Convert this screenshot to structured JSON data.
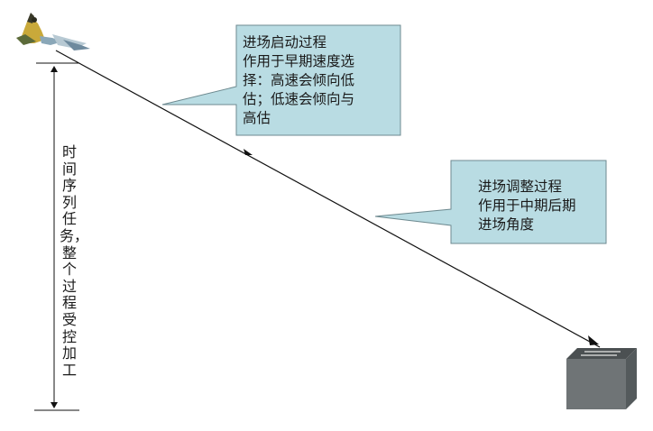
{
  "callout_start": {
    "lines": [
      "进场启动过程",
      "作用于早期速度选",
      "择：高速会倾向低",
      "估；低速会倾向与",
      "高估"
    ]
  },
  "callout_adjust": {
    "lines": [
      "进场调整过程",
      "作用于中期后期",
      "进场角度"
    ]
  },
  "timeline_label": "时间序列任务，整个过程受控加工",
  "colors": {
    "callout_fill": "#b9dce3",
    "callout_border": "#6e8a90",
    "box_front": "#6f7476",
    "box_top": "#4b5052"
  },
  "icons": {
    "start": "thrower-figure-icon",
    "end": "target-box-icon"
  }
}
